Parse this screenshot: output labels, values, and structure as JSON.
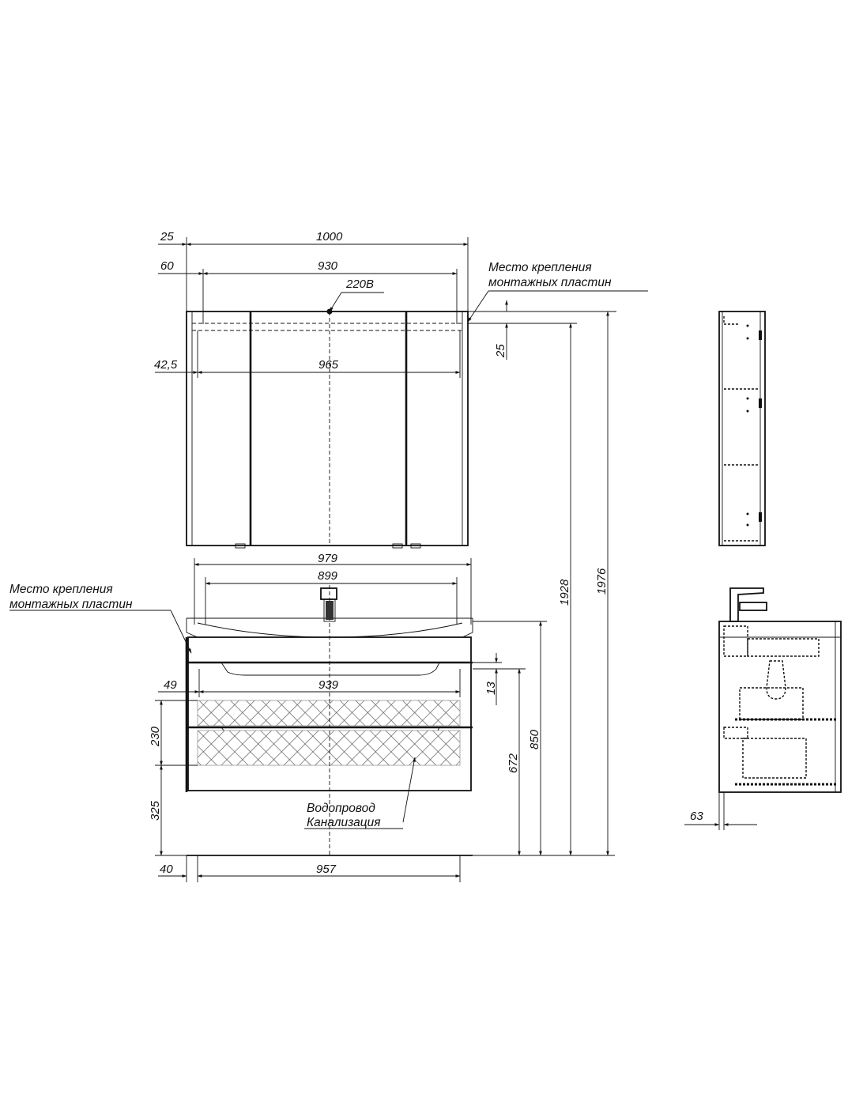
{
  "notes": {
    "mount_top_line1": "Место крепления",
    "mount_top_line2": "монтажных пластин",
    "mount_left_line1": "Место крепления",
    "mount_left_line2": "монтажных пластин",
    "voltage": "220В",
    "water": "Водопровод",
    "sewer": "Канализация"
  },
  "dims": {
    "d25_top": "25",
    "d1000": "1000",
    "d60": "60",
    "d930": "930",
    "d25_right": "25",
    "d42_5": "42,5",
    "d965": "965",
    "d979": "979",
    "d899": "899",
    "d49": "49",
    "d939": "939",
    "d13": "13",
    "d230": "230",
    "d325": "325",
    "d672": "672",
    "d850": "850",
    "d1928": "1928",
    "d1976": "1976",
    "d40": "40",
    "d957": "957",
    "d63": "63"
  }
}
